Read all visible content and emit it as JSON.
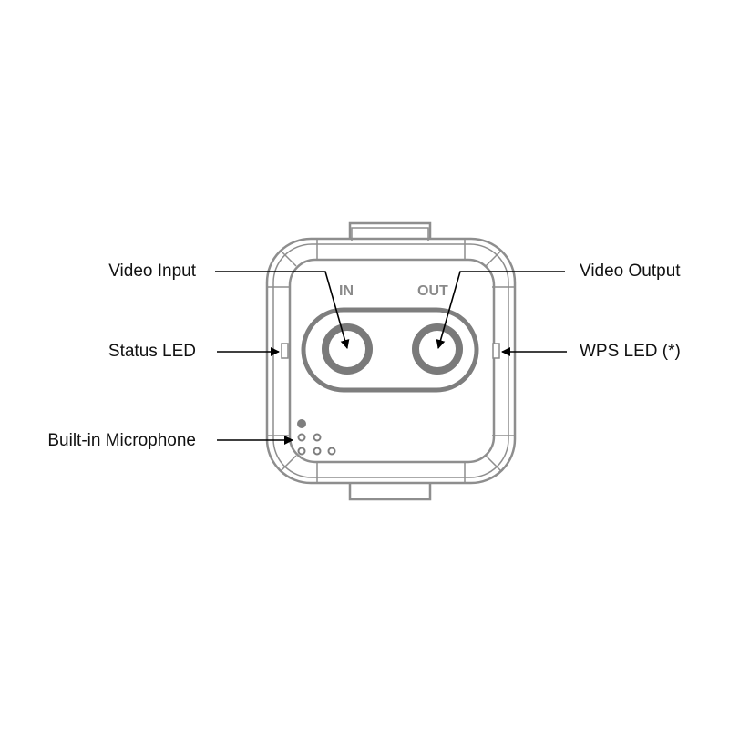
{
  "diagram": {
    "device": {
      "port_labels": {
        "in": "IN",
        "out": "OUT"
      },
      "colors": {
        "outline": "#8a8a8a",
        "port": "#7a7a7a",
        "arrow": "#000000",
        "text": "#111111"
      }
    },
    "callouts": [
      {
        "id": "video-input",
        "label": "Video Input",
        "side": "left"
      },
      {
        "id": "status-led",
        "label": "Status LED",
        "side": "left"
      },
      {
        "id": "built-in-microphone",
        "label": "Built-in Microphone",
        "side": "left"
      },
      {
        "id": "video-output",
        "label": "Video Output",
        "side": "right"
      },
      {
        "id": "wps-led",
        "label": "WPS LED (*)",
        "side": "right"
      }
    ]
  }
}
